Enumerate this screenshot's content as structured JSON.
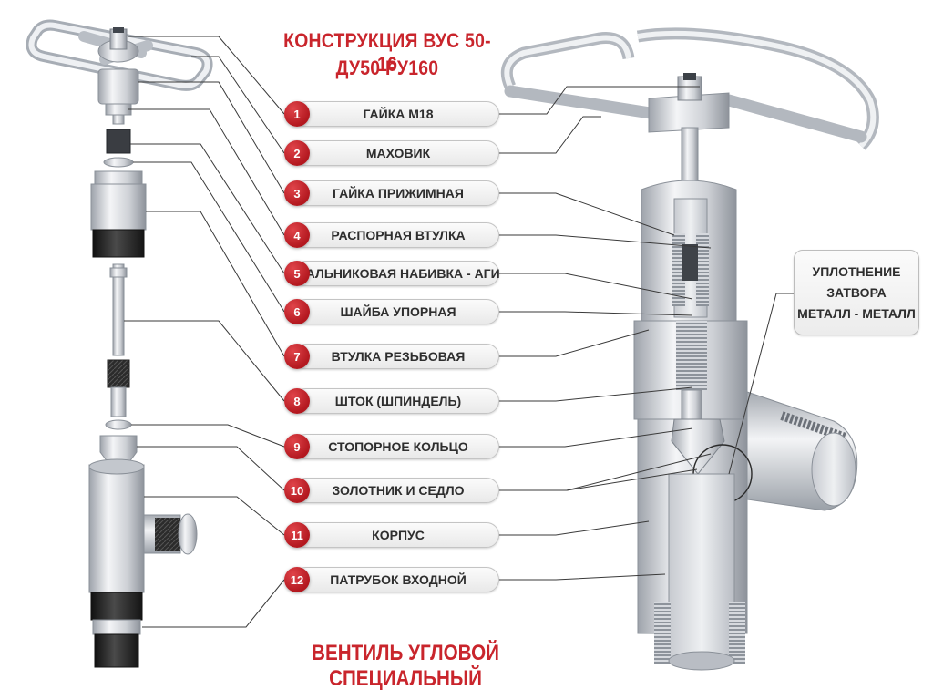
{
  "title": {
    "line1": "КОНСТРУКЦИЯ ВУС 50-16",
    "line2": "ДУ50  РУ160"
  },
  "parts": [
    {
      "num": "1",
      "label": "ГАЙКА М18"
    },
    {
      "num": "2",
      "label": "МАХОВИК"
    },
    {
      "num": "3",
      "label": "ГАЙКА ПРИЖИМНАЯ"
    },
    {
      "num": "4",
      "label": "РАСПОРНАЯ ВТУЛКА"
    },
    {
      "num": "5",
      "label": "САЛЬНИКОВАЯ НАБИВКА - АГИ"
    },
    {
      "num": "6",
      "label": "ШАЙБА УПОРНАЯ"
    },
    {
      "num": "7",
      "label": "ВТУЛКА РЕЗЬБОВАЯ"
    },
    {
      "num": "8",
      "label": "ШТОК (ШПИНДЕЛЬ)"
    },
    {
      "num": "9",
      "label": "СТОПОРНОЕ КОЛЬЦО"
    },
    {
      "num": "10",
      "label": "ЗОЛОТНИК И СЕДЛО"
    },
    {
      "num": "11",
      "label": "КОРПУС"
    },
    {
      "num": "12",
      "label": "ПАТРУБОК ВХОДНОЙ"
    }
  ],
  "seal_callout": {
    "line1": "УПЛОТНЕНИЕ",
    "line2": "ЗАТВОРА",
    "line3": "МЕТАЛЛ - МЕТАЛЛ"
  },
  "bottom_title": "ВЕНТИЛЬ УГЛОВОЙ СПЕЦИАЛЬНЫЙ",
  "colors": {
    "accent_red": "#c9252c",
    "metal": "#d8dbe0",
    "rubber": "#2a2a2a"
  }
}
